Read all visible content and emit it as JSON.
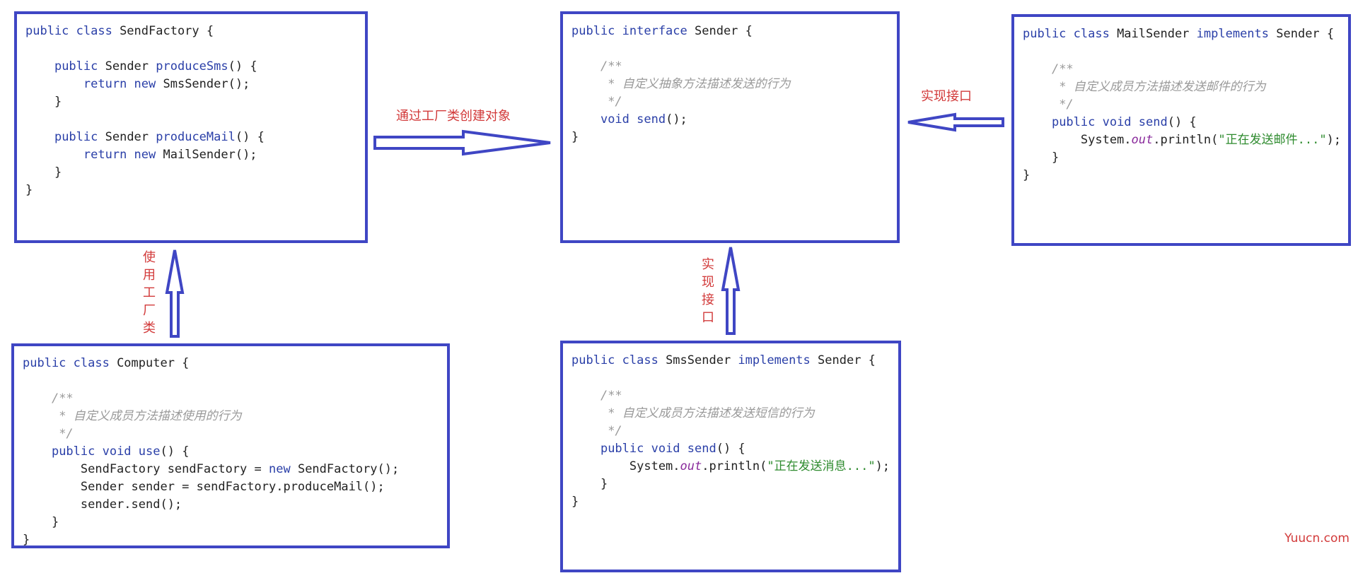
{
  "boxes": {
    "send_factory": {
      "lines": [
        [
          [
            "kw",
            "public class "
          ],
          [
            "plain",
            "SendFactory {"
          ]
        ],
        [],
        [
          [
            "plain",
            "    "
          ],
          [
            "kw",
            "public "
          ],
          [
            "plain",
            "Sender "
          ],
          [
            "kw",
            "produceSms"
          ],
          [
            "plain",
            "() {"
          ]
        ],
        [
          [
            "plain",
            "        "
          ],
          [
            "kw",
            "return new "
          ],
          [
            "plain",
            "SmsSender();"
          ]
        ],
        [
          [
            "plain",
            "    }"
          ]
        ],
        [],
        [
          [
            "plain",
            "    "
          ],
          [
            "kw",
            "public "
          ],
          [
            "plain",
            "Sender "
          ],
          [
            "kw",
            "produceMail"
          ],
          [
            "plain",
            "() {"
          ]
        ],
        [
          [
            "plain",
            "        "
          ],
          [
            "kw",
            "return new "
          ],
          [
            "plain",
            "MailSender();"
          ]
        ],
        [
          [
            "plain",
            "    }"
          ]
        ],
        [
          [
            "plain",
            "}"
          ]
        ]
      ]
    },
    "sender_interface": {
      "lines": [
        [
          [
            "kw",
            "public interface "
          ],
          [
            "plain",
            "Sender {"
          ]
        ],
        [],
        [
          [
            "plain",
            "    "
          ],
          [
            "cm",
            "/**"
          ]
        ],
        [
          [
            "plain",
            "    "
          ],
          [
            "cm",
            " * 自定义抽象方法描述发送的行为"
          ]
        ],
        [
          [
            "plain",
            "    "
          ],
          [
            "cm",
            " */"
          ]
        ],
        [
          [
            "plain",
            "    "
          ],
          [
            "kw",
            "void send"
          ],
          [
            "plain",
            "();"
          ]
        ],
        [
          [
            "plain",
            "}"
          ]
        ]
      ]
    },
    "mail_sender": {
      "lines": [
        [
          [
            "kw",
            "public class "
          ],
          [
            "plain",
            "MailSender "
          ],
          [
            "kw",
            "implements "
          ],
          [
            "plain",
            "Sender {"
          ]
        ],
        [],
        [
          [
            "plain",
            "    "
          ],
          [
            "cm",
            "/**"
          ]
        ],
        [
          [
            "plain",
            "    "
          ],
          [
            "cm",
            " * 自定义成员方法描述发送邮件的行为"
          ]
        ],
        [
          [
            "plain",
            "    "
          ],
          [
            "cm",
            " */"
          ]
        ],
        [
          [
            "plain",
            "    "
          ],
          [
            "kw",
            "public void send"
          ],
          [
            "plain",
            "() {"
          ]
        ],
        [
          [
            "plain",
            "        System."
          ],
          [
            "fld",
            "out"
          ],
          [
            "plain",
            ".println("
          ],
          [
            "str",
            "\"正在发送邮件...\""
          ],
          [
            "plain",
            ");"
          ]
        ],
        [
          [
            "plain",
            "    }"
          ]
        ],
        [
          [
            "plain",
            "}"
          ]
        ]
      ]
    },
    "computer": {
      "lines": [
        [
          [
            "kw",
            "public class "
          ],
          [
            "plain",
            "Computer {"
          ]
        ],
        [],
        [
          [
            "plain",
            "    "
          ],
          [
            "cm",
            "/**"
          ]
        ],
        [
          [
            "plain",
            "    "
          ],
          [
            "cm",
            " * 自定义成员方法描述使用的行为"
          ]
        ],
        [
          [
            "plain",
            "    "
          ],
          [
            "cm",
            " */"
          ]
        ],
        [
          [
            "plain",
            "    "
          ],
          [
            "kw",
            "public void use"
          ],
          [
            "plain",
            "() {"
          ]
        ],
        [
          [
            "plain",
            "        SendFactory sendFactory = "
          ],
          [
            "kw",
            "new "
          ],
          [
            "plain",
            "SendFactory();"
          ]
        ],
        [
          [
            "plain",
            "        Sender sender = sendFactory.produceMail();"
          ]
        ],
        [
          [
            "plain",
            "        sender.send();"
          ]
        ],
        [
          [
            "plain",
            "    }"
          ]
        ],
        [
          [
            "plain",
            "}"
          ]
        ]
      ]
    },
    "sms_sender": {
      "lines": [
        [
          [
            "kw",
            "public class "
          ],
          [
            "plain",
            "SmsSender "
          ],
          [
            "kw",
            "implements "
          ],
          [
            "plain",
            "Sender {"
          ]
        ],
        [],
        [
          [
            "plain",
            "    "
          ],
          [
            "cm",
            "/**"
          ]
        ],
        [
          [
            "plain",
            "    "
          ],
          [
            "cm",
            " * 自定义成员方法描述发送短信的行为"
          ]
        ],
        [
          [
            "plain",
            "    "
          ],
          [
            "cm",
            " */"
          ]
        ],
        [
          [
            "plain",
            "    "
          ],
          [
            "kw",
            "public void send"
          ],
          [
            "plain",
            "() {"
          ]
        ],
        [
          [
            "plain",
            "        System."
          ],
          [
            "fld",
            "out"
          ],
          [
            "plain",
            ".println("
          ],
          [
            "str",
            "\"正在发送消息...\""
          ],
          [
            "plain",
            ");"
          ]
        ],
        [
          [
            "plain",
            "    }"
          ]
        ],
        [
          [
            "plain",
            "}"
          ]
        ]
      ]
    }
  },
  "labels": {
    "factory_to_interface": "通过工厂类创建对象",
    "mail_implements": "实现接口",
    "computer_uses_factory": "使用工厂类",
    "sms_implements": "实现接口"
  },
  "watermark": "Yuucn.com",
  "colors": {
    "border": "#3f46c4",
    "keyword": "#2a3fa8",
    "comment": "#9a9a9a",
    "string": "#2e8b2e",
    "label": "#d23a3a"
  }
}
